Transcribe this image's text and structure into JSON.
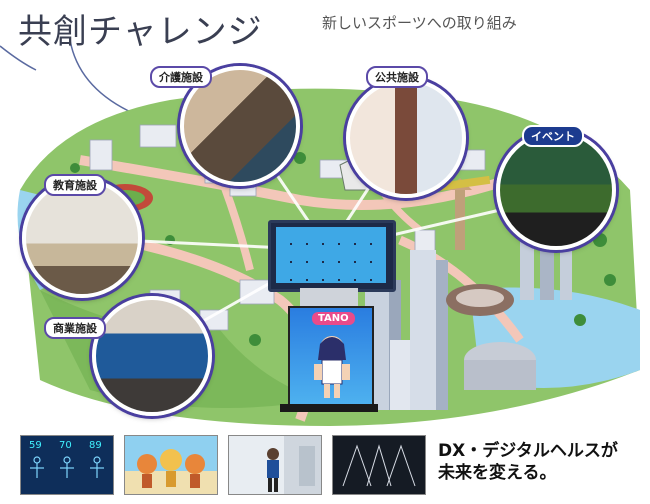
{
  "header": {
    "title": "共創チャレンジ",
    "subtitle": "新しいスポーツへの取り組み"
  },
  "facilities": {
    "care": "介護施設",
    "public": "公共施設",
    "event": "イベント",
    "education": "教育施設",
    "commercial": "商業施設"
  },
  "kiosk_logo": "TANO",
  "tagline": {
    "line1": "DX・デジタルヘルスが",
    "line2": "未来を変える。"
  },
  "thumbnails": {
    "thumb1_scores": [
      "59",
      "70",
      "89"
    ]
  },
  "colors": {
    "accent": "#4a3fa0",
    "title_text": "#3a3f52",
    "road": "#f3c7b9",
    "grass": "#8fc56a",
    "water": "#9ad4ef"
  }
}
